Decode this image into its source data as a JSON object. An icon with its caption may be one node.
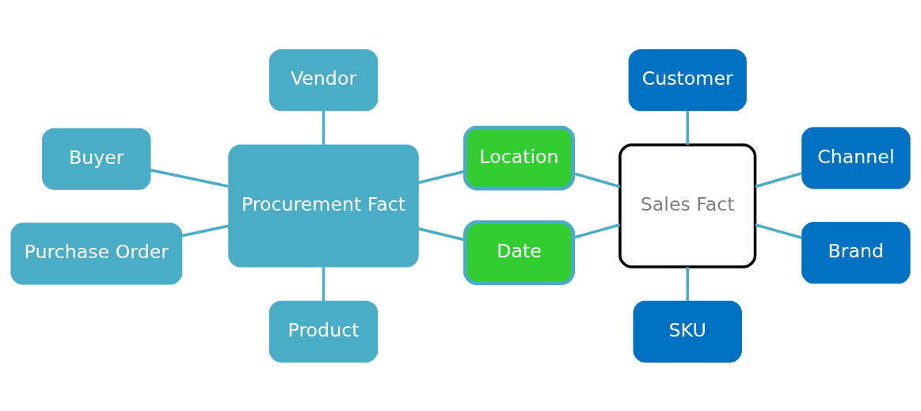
{
  "diagram": {
    "nodes": [
      {
        "text": [
          "Vendor"
        ]
      },
      {
        "text": [
          "Buyer"
        ]
      },
      {
        "text": [
          "Procurement Fact"
        ]
      },
      {
        "text": [
          "Purchase Order"
        ]
      },
      {
        "text": [
          "Product"
        ]
      },
      {
        "text": [
          "Location"
        ]
      },
      {
        "text": [
          "Date"
        ]
      },
      {
        "text": [
          "Customer"
        ]
      },
      {
        "text": [
          "Channel"
        ]
      },
      {
        "text": [
          "Sales Fact"
        ]
      },
      {
        "text": [
          "Brand"
        ]
      },
      {
        "text": [
          "SKU"
        ]
      }
    ],
    "edges": [
      {
        "from": 0,
        "to": 2,
        "arrow": "none"
      },
      {
        "from": 1,
        "to": 2,
        "arrow": "none"
      },
      {
        "from": 3,
        "to": 2,
        "arrow": "none"
      },
      {
        "from": 2,
        "to": 4,
        "arrow": "none"
      },
      {
        "from": 2,
        "to": 5,
        "arrow": "none"
      },
      {
        "from": 2,
        "to": 6,
        "arrow": "none"
      },
      {
        "from": 5,
        "to": 9,
        "arrow": "none"
      },
      {
        "from": 6,
        "to": 9,
        "arrow": "none"
      },
      {
        "from": 7,
        "to": 9,
        "arrow": "none"
      },
      {
        "from": 9,
        "to": 8,
        "arrow": "none"
      },
      {
        "from": 9,
        "to": 10,
        "arrow": "none"
      },
      {
        "from": 9,
        "to": 11,
        "arrow": "none"
      }
    ]
  }
}
